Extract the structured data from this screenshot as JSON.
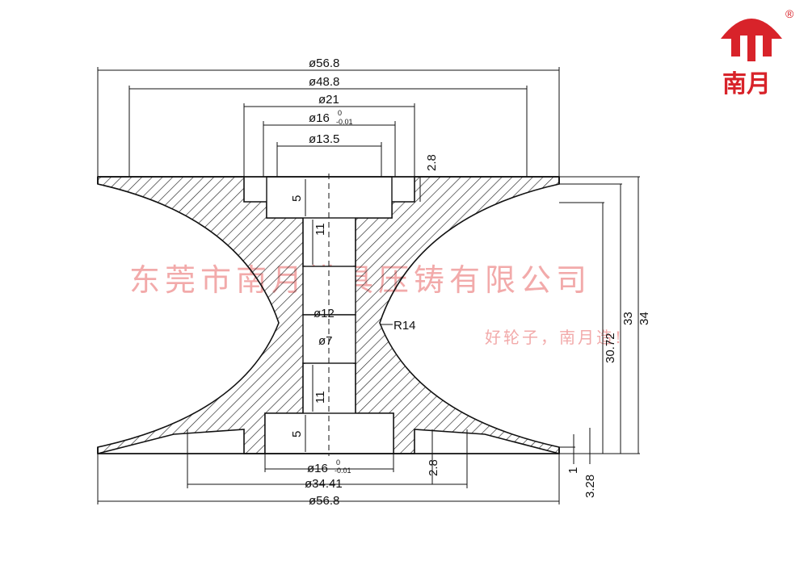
{
  "brand": {
    "name": "南月",
    "mark": "®",
    "color": "#d8232a"
  },
  "watermark": {
    "company": "东莞市南月模具压铸有限公司",
    "slogan": "好轮子，南月造!",
    "color": "#f2aaaa"
  },
  "dimensions": {
    "d_top_outer": "ø56.8",
    "d_top_inner": "ø48.8",
    "d_hub": "ø21",
    "d_bore_top": "ø16",
    "d_bore_top_tol_upper": "0",
    "d_bore_top_tol_lower": "-0.01",
    "d_counter": "ø13.5",
    "t_top": "2.8",
    "depth_top": "5",
    "len_top": "11",
    "d_center": "ø12",
    "radius": "R14",
    "d_center_bore": "ø7",
    "len_bottom": "11",
    "depth_bottom": "5",
    "d_bore_bottom": "ø16",
    "d_bore_bottom_tol_upper": "0",
    "d_bore_bottom_tol_lower": "-0.01",
    "d_groove": "ø34.41",
    "t_bottom": "2.8",
    "d_bottom_outer": "ø56.8",
    "h_30_72": "30.72",
    "h_33": "33",
    "h_34": "34",
    "h_1": "1",
    "h_3_28": "3.28"
  }
}
